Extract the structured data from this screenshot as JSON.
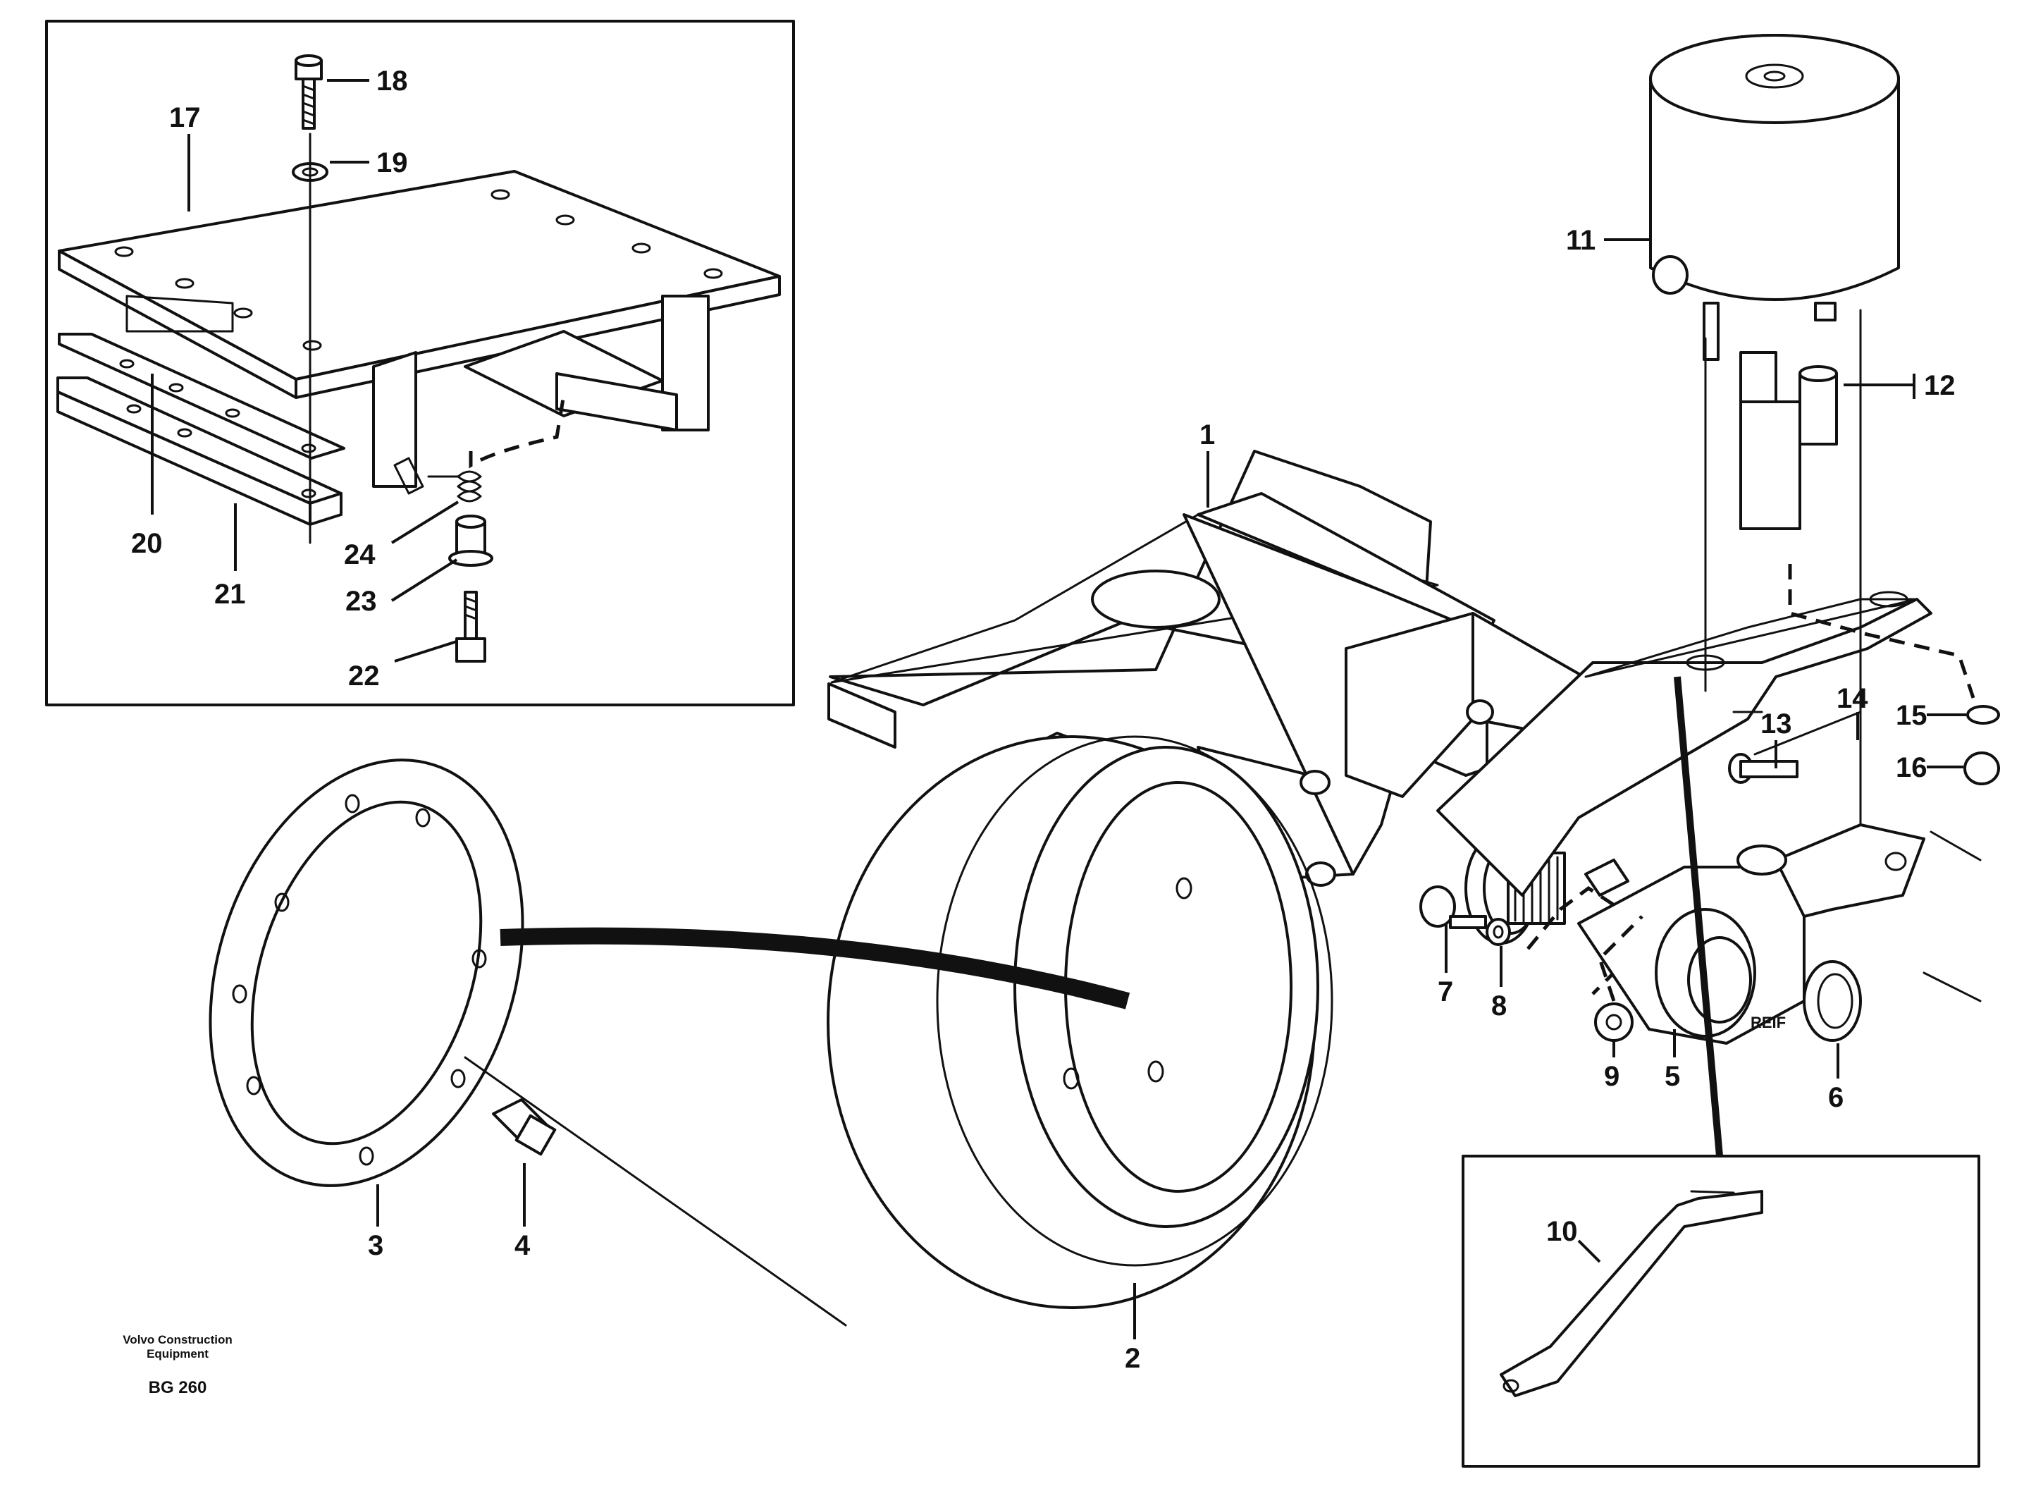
{
  "diagram": {
    "callouts": [
      "1",
      "2",
      "3",
      "4",
      "5",
      "6",
      "7",
      "8",
      "9",
      "10",
      "11",
      "12",
      "13",
      "14",
      "15",
      "16",
      "17",
      "18",
      "19",
      "20",
      "21",
      "22",
      "23",
      "24"
    ],
    "footer": {
      "manufacturer_line1": "Volvo Construction",
      "manufacturer_line2": "Equipment",
      "code": "BG 260"
    },
    "part_marking": "REIF"
  }
}
